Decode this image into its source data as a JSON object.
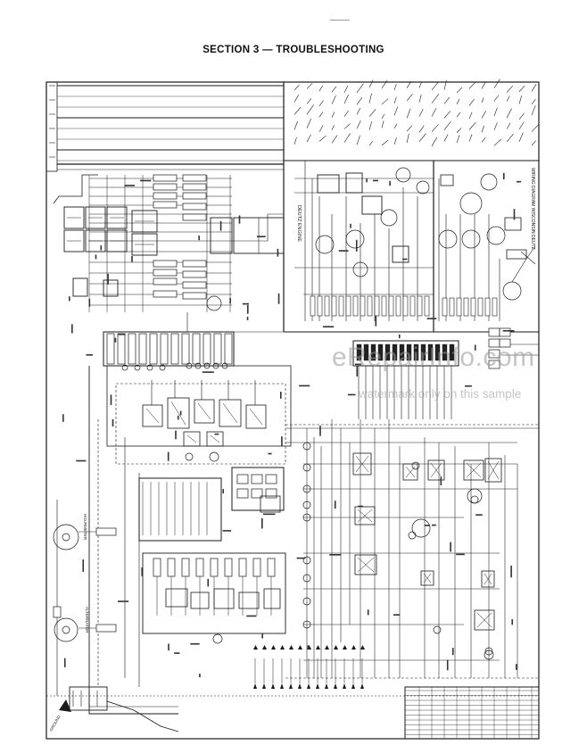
{
  "page": {
    "section_title": "SECTION 3 — TROUBLESHOOTING"
  },
  "diagram": {
    "sidebar_label": "WIRING DIAGRAM WISCONSIN DEUTZ",
    "engine_label": "DEUTZ ENGINE",
    "gauge_labels": [
      "HOURMETER",
      "ALTERNATOR"
    ],
    "ground_symbol_label": "GROUND"
  },
  "watermark": {
    "main": "eRepairInfo.com",
    "sub": "watermark only on this sample"
  },
  "colors": {
    "ink": "#1a1a1a",
    "paper": "#ffffff",
    "watermark": "#a0a0a0"
  }
}
